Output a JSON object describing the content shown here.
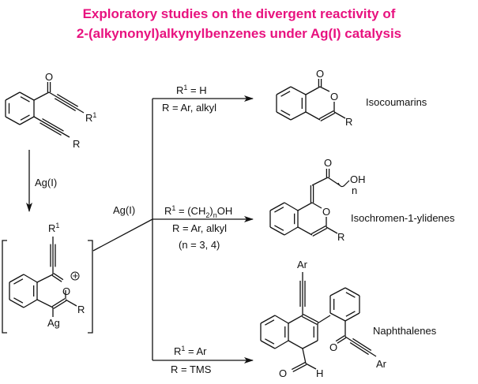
{
  "title": {
    "line1": "Exploratory studies on the divergent reactivity of",
    "line2": "2-(alkynonyl)alkynylbenzenes under Ag(I) catalysis"
  },
  "starting_material": {
    "o": "O",
    "r1": "R",
    "r1_sup": "1",
    "r": "R"
  },
  "step1": {
    "reagent": "Ag(I)"
  },
  "intermediate": {
    "r1": "R",
    "r1_sup": "1",
    "o": "O",
    "charge": "+",
    "r": "R",
    "ag": "Ag"
  },
  "branch_reagent": "Ag(I)",
  "pathways": [
    {
      "cond1_a": "R",
      "cond1_sup": "1",
      "cond1_b": " = H",
      "cond2": "R = Ar, alkyl",
      "product": "Isocoumarins",
      "atoms": {
        "o_carbonyl": "O",
        "o_ring": "O",
        "r": "R"
      }
    },
    {
      "cond1_a": "R",
      "cond1_sup": "1",
      "cond1_b": " = (CH",
      "cond1_sub": "2",
      "cond1_c": ")",
      "cond1_sub2": "n",
      "cond1_d": "OH",
      "cond2": "R = Ar, alkyl",
      "cond3": "(n = 3, 4)",
      "product": "Isochromen-1-ylidenes",
      "atoms": {
        "o_carbonyl": "O",
        "oh": "OH",
        "n": "n",
        "o_ring": "O",
        "r": "R"
      }
    },
    {
      "cond1_a": "R",
      "cond1_sup": "1",
      "cond1_b": " = Ar",
      "cond2": "R = TMS",
      "product": "Naphthalenes",
      "atoms": {
        "ar_top": "Ar",
        "o_ald": "O",
        "h_ald": "H",
        "o_ketone": "O",
        "ar_right": "Ar"
      }
    }
  ],
  "colors": {
    "title": "#e8127f",
    "ink": "#111111"
  }
}
